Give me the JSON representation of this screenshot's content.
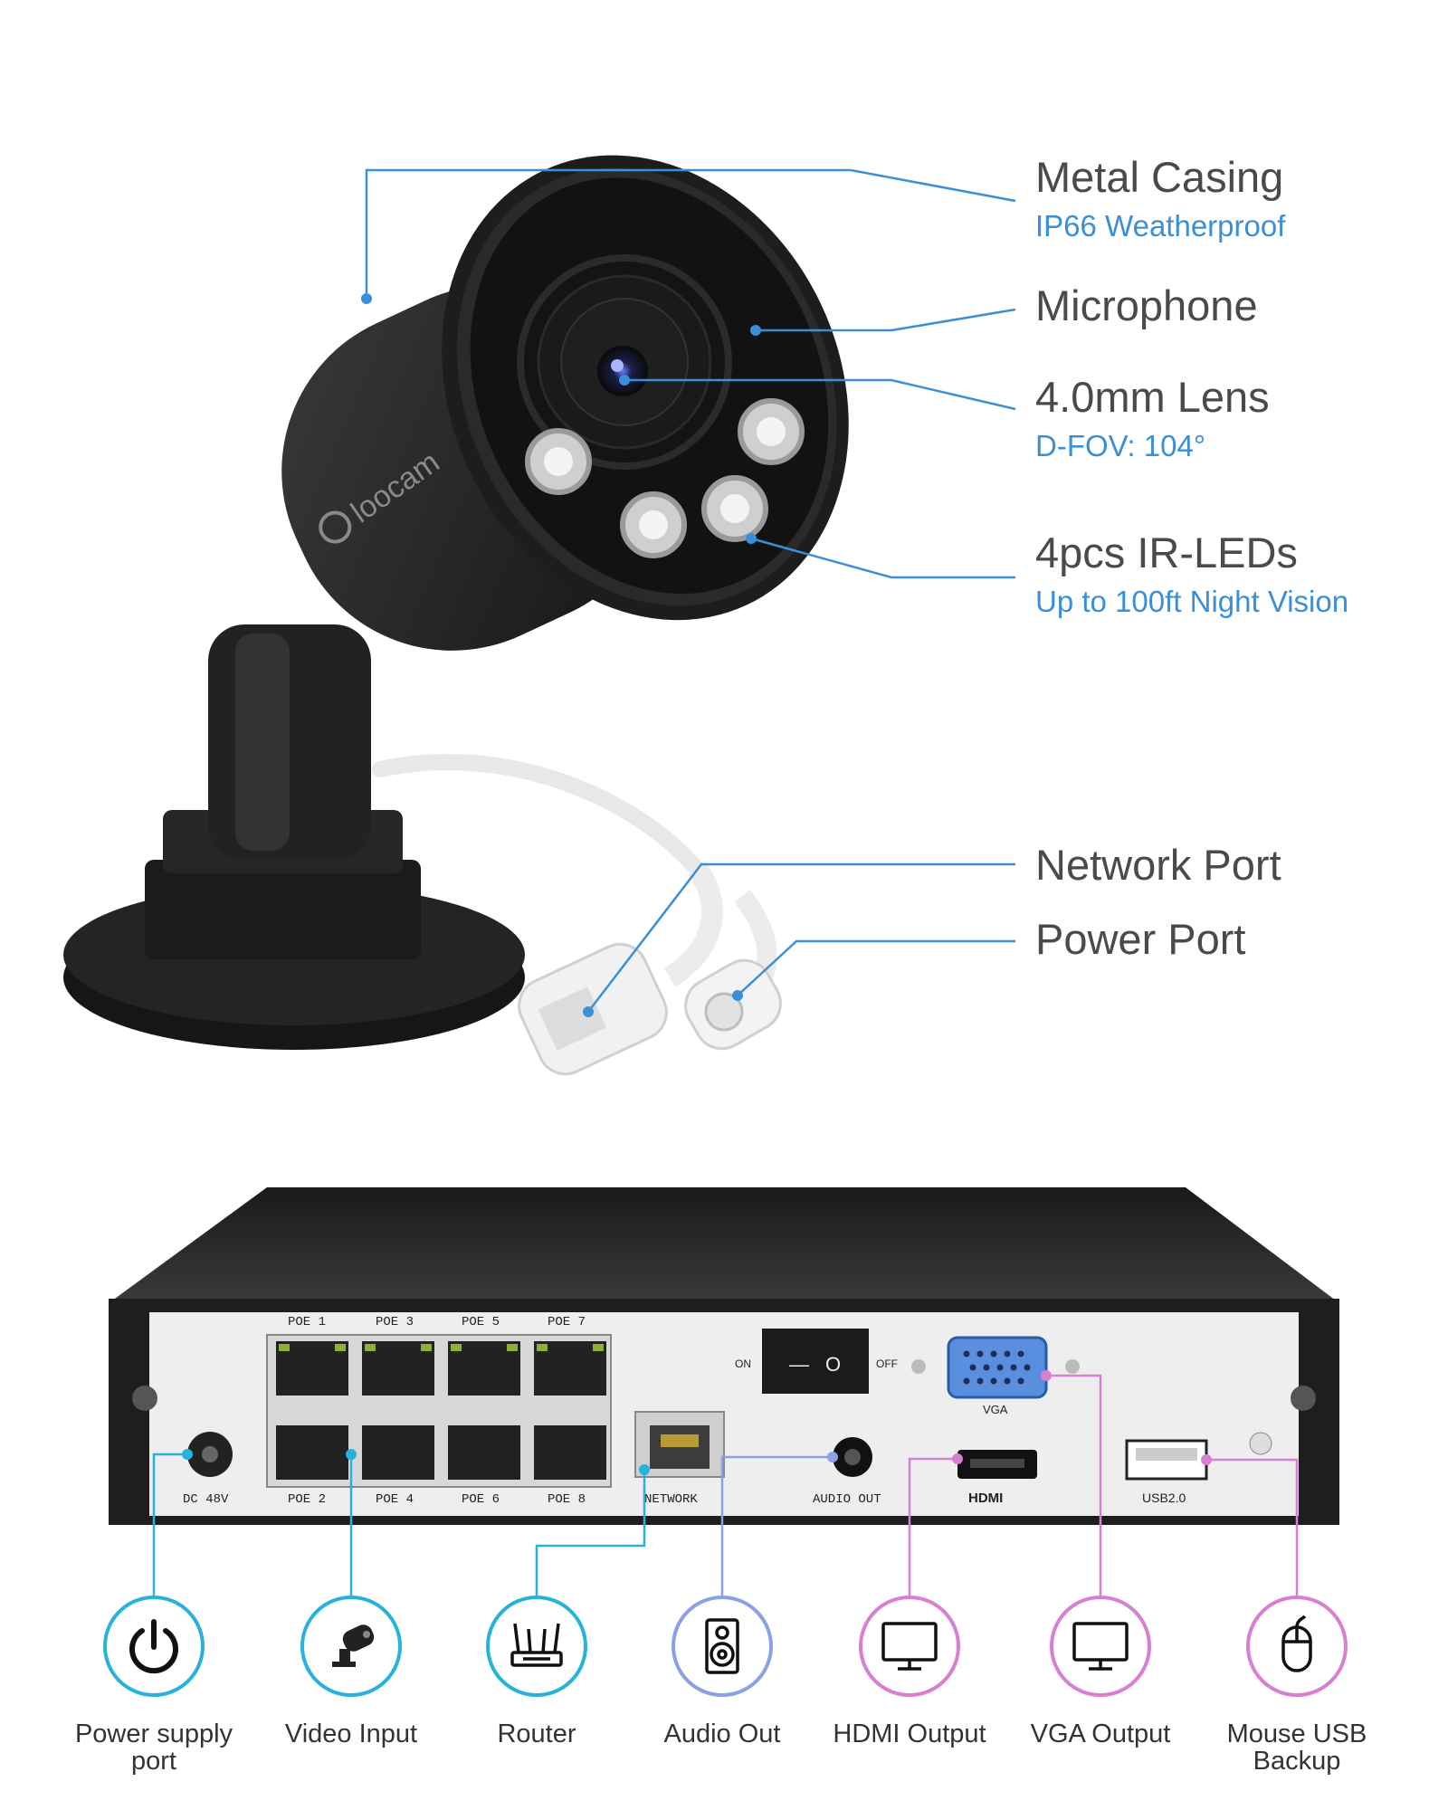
{
  "camera": {
    "brand": "loocam",
    "features": [
      {
        "title": "Metal Casing",
        "subtitle": "IP66 Weatherproof"
      },
      {
        "title": "Microphone",
        "subtitle": ""
      },
      {
        "title": "4.0mm Lens",
        "subtitle": "D-FOV: 104°"
      },
      {
        "title": "4pcs IR-LEDs",
        "subtitle": "Up to 100ft Night Vision"
      },
      {
        "title": "Network Port",
        "subtitle": ""
      },
      {
        "title": "Power Port",
        "subtitle": ""
      }
    ]
  },
  "nvr": {
    "poe_top": [
      "POE 1",
      "POE 3",
      "POE 5",
      "POE 7"
    ],
    "poe_bottom": [
      "POE 2",
      "POE 4",
      "POE 6",
      "POE 8"
    ],
    "dc": "DC 48V",
    "network": "NETWORK",
    "audio": "AUDIO OUT",
    "hdmi": "HDMI",
    "vga": "VGA",
    "usb": "USB2.0",
    "on": "ON",
    "off": "OFF",
    "switch_on": "—",
    "switch_off": "O"
  },
  "connections": [
    {
      "label": "Power supply port",
      "icon": "power-icon",
      "color": "#27b3d9"
    },
    {
      "label": "Video Input",
      "icon": "camera-icon",
      "color": "#27b3d9"
    },
    {
      "label": "Router",
      "icon": "router-icon",
      "color": "#27b3d9"
    },
    {
      "label": "Audio Out",
      "icon": "speaker-icon",
      "color": "#8aa2e3"
    },
    {
      "label": "HDMI Output",
      "icon": "monitor-icon",
      "color": "#d77fd2"
    },
    {
      "label": "VGA Output",
      "icon": "monitor-icon",
      "color": "#d77fd2"
    },
    {
      "label": "Mouse USB Backup",
      "icon": "mouse-icon",
      "color": "#d77fd2"
    }
  ]
}
